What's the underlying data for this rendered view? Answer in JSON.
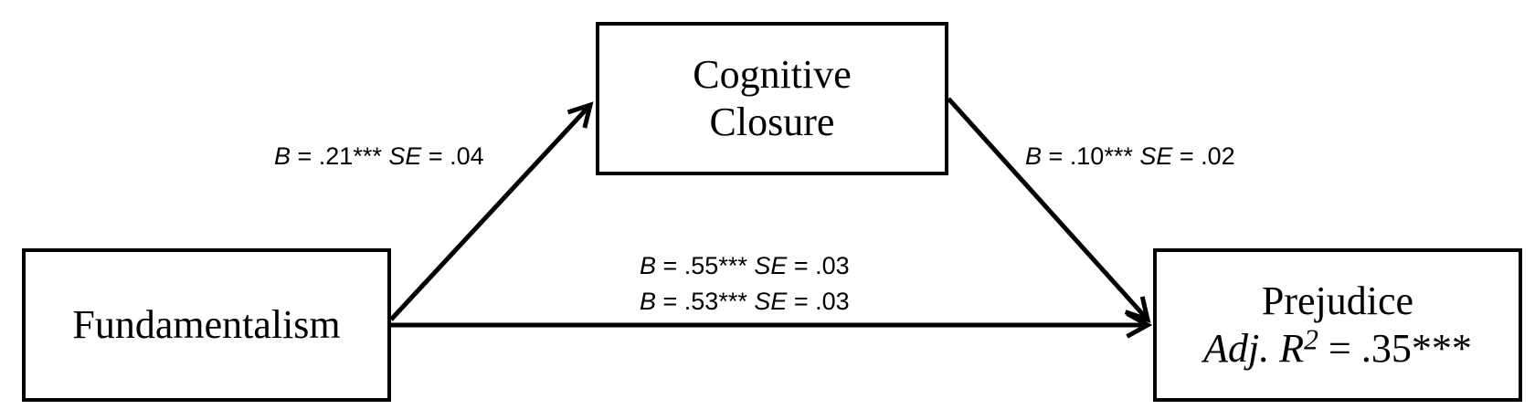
{
  "nodes": {
    "cognitive_closure": {
      "line1": "Cognitive",
      "line2": "Closure"
    },
    "fundamentalism": {
      "label": "Fundamentalism"
    },
    "prejudice": {
      "label": "Prejudice",
      "stat_prefix": "Adj. R",
      "stat_exponent": "2",
      "stat_value": " = .35***"
    }
  },
  "paths": {
    "a": {
      "b_label": "B",
      "b_value": " = .21*** ",
      "se_label": "SE",
      "se_value": " = .04"
    },
    "b": {
      "b_label": "B",
      "b_value": " = .10*** ",
      "se_label": "SE",
      "se_value": " = .02"
    },
    "c_total": {
      "b_label": "B",
      "b_value": " = .55*** ",
      "se_label": "SE",
      "se_value": " = .03"
    },
    "c_direct": {
      "b_label": "B",
      "b_value": " = .53*** ",
      "se_label": "SE",
      "se_value": " = .03"
    }
  }
}
